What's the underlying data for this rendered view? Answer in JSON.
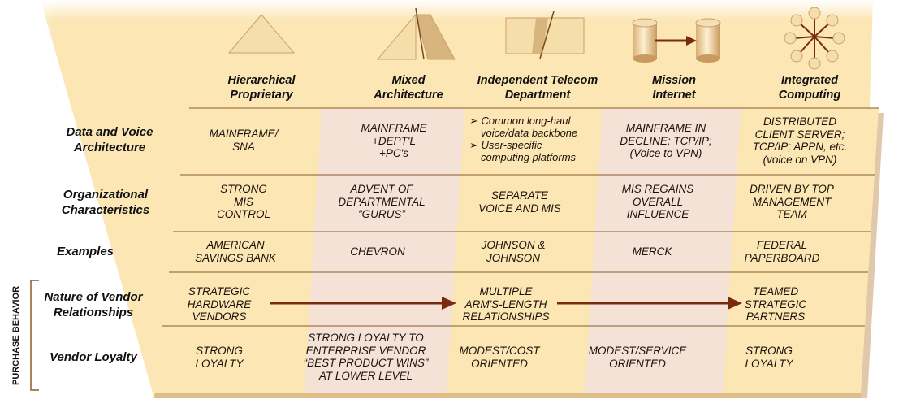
{
  "columns": [
    {
      "title": "Hierarchical Proprietary",
      "lines": [
        "Hierarchical",
        "Proprietary"
      ]
    },
    {
      "title": "Mixed Architecture",
      "lines": [
        "Mixed",
        "Architecture"
      ]
    },
    {
      "title": "Independent Telecom Department",
      "lines": [
        "Independent Telecom",
        "Department"
      ]
    },
    {
      "title": "Mission Internet",
      "lines": [
        "Mission",
        "Internet"
      ]
    },
    {
      "title": "Integrated Computing",
      "lines": [
        "Integrated",
        "Computing"
      ]
    }
  ],
  "rows": [
    {
      "label": [
        "Data and Voice",
        "Architecture"
      ]
    },
    {
      "label": [
        "Organizational",
        "Characteristics"
      ]
    },
    {
      "label": [
        "Examples"
      ]
    },
    {
      "label": [
        "Nature of Vendor",
        "Relationships"
      ]
    },
    {
      "label": [
        "Vendor Loyalty"
      ]
    }
  ],
  "group_label": "PURCHASE BEHAVIOR",
  "cells": {
    "r0": [
      [
        "MAINFRAME/",
        "SNA"
      ],
      [
        "MAINFRAME",
        "+DEPT'L",
        "+PC's"
      ],
      null,
      [
        "MAINFRAME IN",
        "DECLINE; TCP/IP;",
        "(Voice to VPN)"
      ],
      [
        "DISTRIBUTED",
        "CLIENT SERVER;",
        "TCP/IP; APPN, etc.",
        "(voice on VPN)"
      ]
    ],
    "r0_bullets": [
      [
        "Common long-haul",
        "voice/data backbone"
      ],
      [
        "User-specific",
        "computing platforms"
      ]
    ],
    "r1": [
      [
        "STRONG",
        "MIS",
        "CONTROL"
      ],
      [
        "ADVENT OF",
        "DEPARTMENTAL",
        "“GURUS”"
      ],
      [
        "SEPARATE",
        "VOICE AND MIS"
      ],
      [
        "MIS REGAINS",
        "OVERALL",
        "INFLUENCE"
      ],
      [
        "DRIVEN BY TOP",
        "MANAGEMENT",
        "TEAM"
      ]
    ],
    "r2": [
      [
        "AMERICAN",
        "SAVINGS BANK"
      ],
      [
        "CHEVRON"
      ],
      [
        "JOHNSON &",
        "JOHNSON"
      ],
      [
        "MERCK"
      ],
      [
        "FEDERAL",
        "PAPERBOARD"
      ]
    ],
    "r3": [
      [
        "STRATEGIC",
        "HARDWARE",
        "VENDORS"
      ],
      null,
      [
        "MULTIPLE",
        "ARM'S-LENGTH",
        "RELATIONSHIPS"
      ],
      null,
      [
        "TEAMED",
        "STRATEGIC",
        "PARTNERS"
      ]
    ],
    "r4": [
      [
        "STRONG",
        "LOYALTY"
      ],
      [
        "STRONG LOYALTY TO",
        "ENTERPRISE VENDOR",
        "“BEST PRODUCT WINS”",
        "AT LOWER LEVEL"
      ],
      [
        "MODEST/COST",
        "ORIENTED"
      ],
      [
        "MODEST/SERVICE",
        "ORIENTED"
      ],
      [
        "STRONG",
        "LOYALTY"
      ]
    ]
  },
  "colors": {
    "cream": "#fbe6b4",
    "pink": "#f5e2d6",
    "rule": "#8a5a2a",
    "arrow": "#7a2a0e",
    "icon_fill": "#f6deaa",
    "icon_shade": "#d8b47e"
  },
  "icons": [
    "triangle-icon",
    "split-triangle-icon",
    "split-rectangle-icon",
    "cylinders-arrow-icon",
    "hub-network-icon"
  ]
}
